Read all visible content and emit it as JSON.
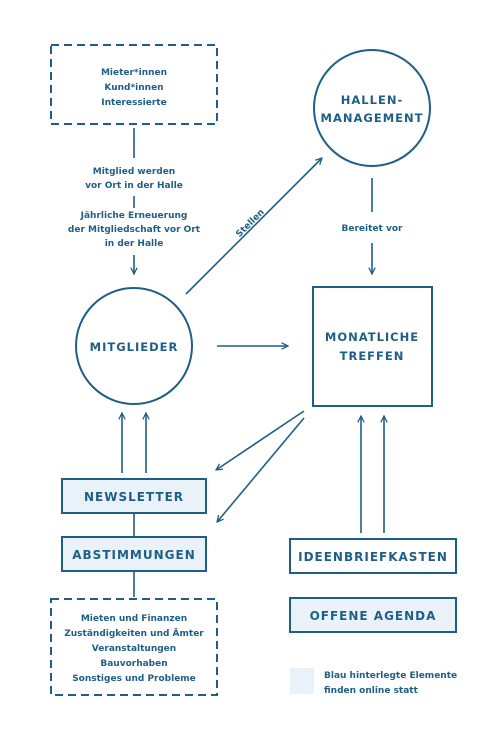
{
  "colors": {
    "primary": "#1f5f86",
    "online_fill": "#e9f2f8",
    "background": "#ffffff"
  },
  "groups": {
    "audience": [
      "Mieter*innen",
      "Kund*innen",
      "Interessierte"
    ],
    "topics": [
      "Mieten und Finanzen",
      "Zuständigkeiten und Ämter",
      "Veranstaltungen",
      "Bauvorhaben",
      "Sonstiges und Probleme"
    ]
  },
  "nodes": {
    "hallen": [
      "HALLEN-",
      "MANAGEMENT"
    ],
    "mitglieder": "MITGLIEDER",
    "treffen": [
      "MONATLICHE",
      "TREFFEN"
    ],
    "newsletter": "NEWSLETTER",
    "abstimmungen": "ABSTIMMUNGEN",
    "ideen": "IDEENBRIEFKASTEN",
    "agenda": "OFFENE AGENDA"
  },
  "edges": {
    "mitglied_werden": [
      "Mitglied werden",
      "vor Ort in der Halle"
    ],
    "erneuerung": [
      "Jährliche Erneuerung",
      "der Mitgliedschaft vor Ort",
      "in der Halle"
    ],
    "stellen": "Stellen",
    "bereitet_vor": "Bereitet vor"
  },
  "legend": {
    "text": [
      "Blau hinterlegte Elemente",
      "finden online statt"
    ]
  }
}
